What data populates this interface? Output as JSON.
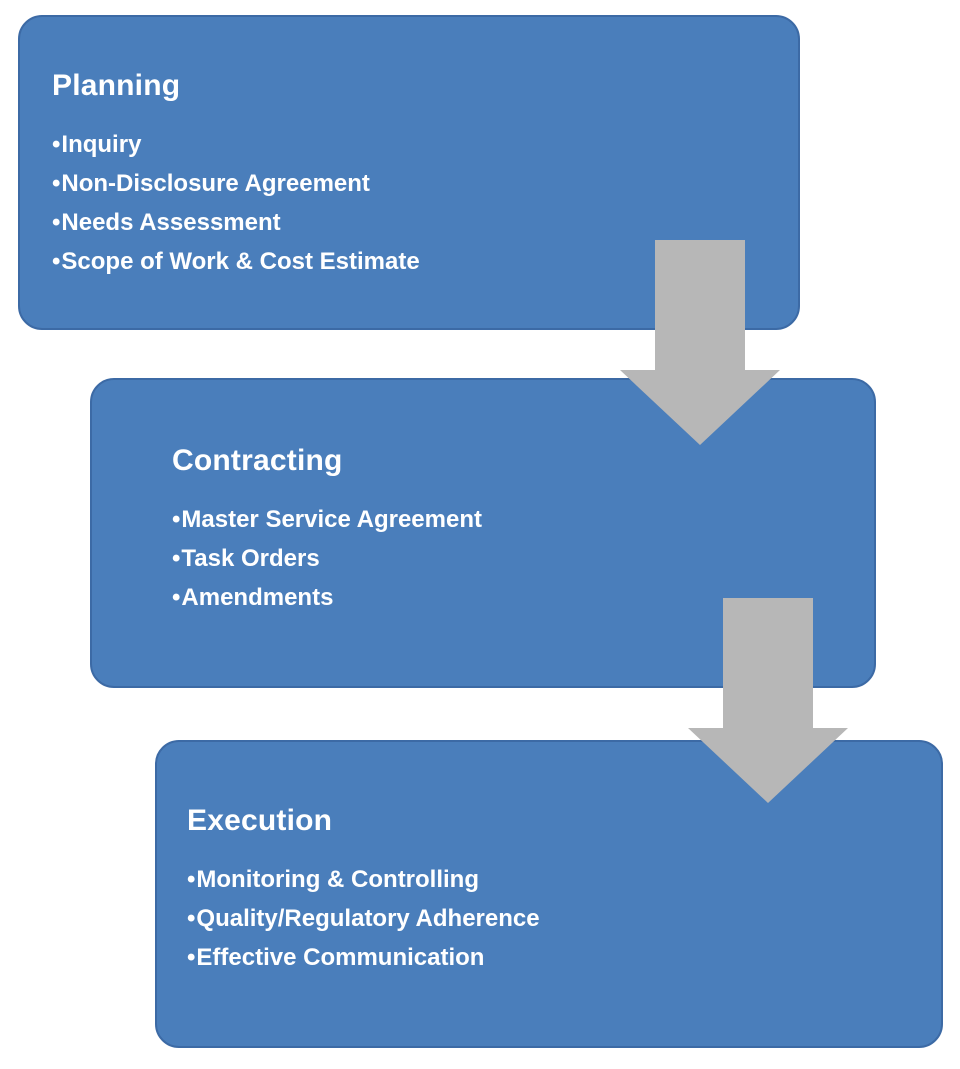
{
  "diagram": {
    "boxes": [
      {
        "title": "Planning",
        "items": [
          "Inquiry",
          "Non-Disclosure Agreement",
          "Needs Assessment",
          "Scope of Work & Cost Estimate"
        ]
      },
      {
        "title": "Contracting",
        "items": [
          "Master Service Agreement",
          "Task Orders",
          "Amendments"
        ]
      },
      {
        "title": "Execution",
        "items": [
          "Monitoring & Controlling",
          "Quality/Regulatory Adherence",
          "Effective Communication"
        ]
      }
    ],
    "colors": {
      "box_fill": "#4a7ebb",
      "box_border": "#3c6aa5",
      "arrow": "#b7b7b7",
      "text": "#ffffff"
    }
  }
}
